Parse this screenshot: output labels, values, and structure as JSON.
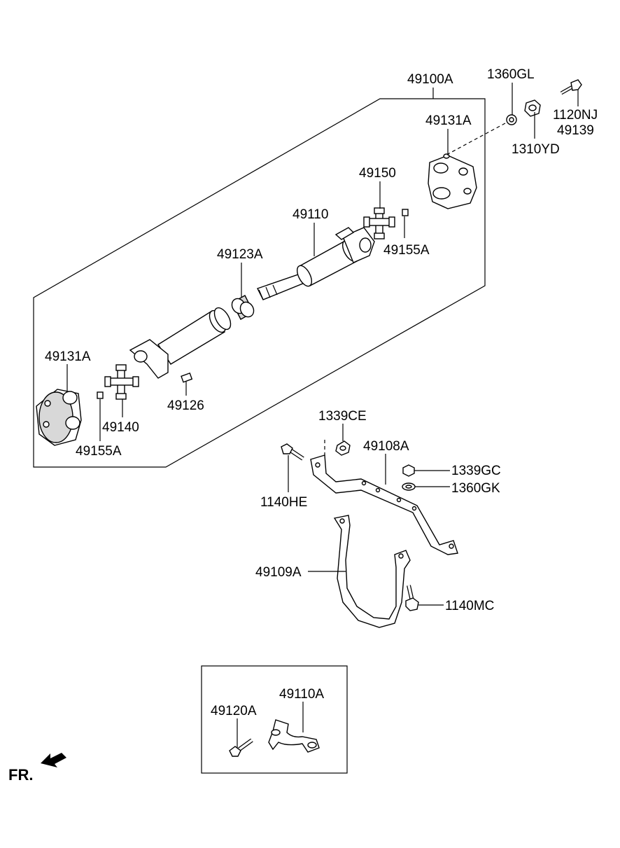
{
  "labels": {
    "l49100A": "49100A",
    "l1360GL": "1360GL",
    "l1120NJ": "1120NJ",
    "l49139": "49139",
    "l1310YD": "1310YD",
    "l49131A_top": "49131A",
    "l49150": "49150",
    "l49110": "49110",
    "l49155A_top": "49155A",
    "l49123A": "49123A",
    "l49131A_left": "49131A",
    "l49126": "49126",
    "l49140": "49140",
    "l49155A_left": "49155A",
    "l1339CE": "1339CE",
    "l49108A": "49108A",
    "l1339GC": "1339GC",
    "l1360GK": "1360GK",
    "l1140HE": "1140HE",
    "l49109A": "49109A",
    "l1140MC": "1140MC",
    "l49110A": "49110A",
    "l49120A": "49120A",
    "fr": "FR."
  }
}
